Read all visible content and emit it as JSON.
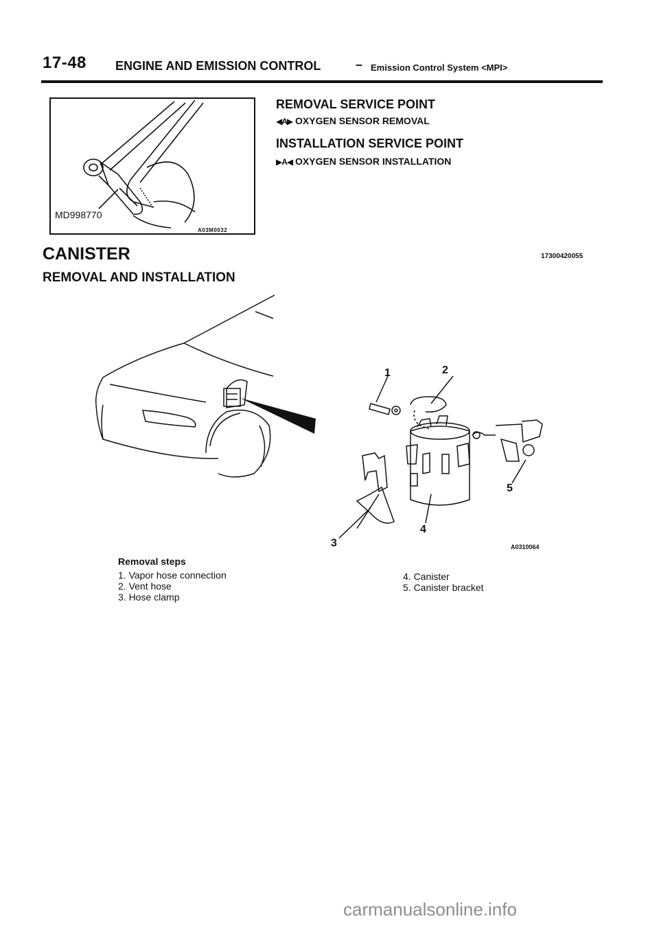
{
  "header": {
    "page_number": "17-48",
    "title": "ENGINE AND EMISSION CONTROL",
    "dash": "–",
    "subtitle": "Emission Control System <MPI>"
  },
  "figure_oxygen": {
    "tool_label": "MD998770",
    "code": "A03M0032"
  },
  "service_points": {
    "removal_heading": "REMOVAL SERVICE POINT",
    "removal_glyph": "◀A▶",
    "removal_item": "OXYGEN SENSOR REMOVAL",
    "install_heading": "INSTALLATION SERVICE POINT",
    "install_glyph": "▶A◀",
    "install_item": "OXYGEN SENSOR INSTALLATION"
  },
  "section": {
    "title": "CANISTER",
    "subtitle": "REMOVAL AND INSTALLATION",
    "code": "17300420055"
  },
  "figure_canister": {
    "callouts": [
      "1",
      "2",
      "3",
      "4",
      "5"
    ],
    "code": "A0310064"
  },
  "steps": {
    "heading": "Removal steps",
    "items": [
      "1. Vapor hose connection",
      "2. Vent hose",
      "3. Hose clamp",
      "4. Canister",
      "5. Canister bracket"
    ]
  },
  "watermark": "carmanualsonline.info"
}
